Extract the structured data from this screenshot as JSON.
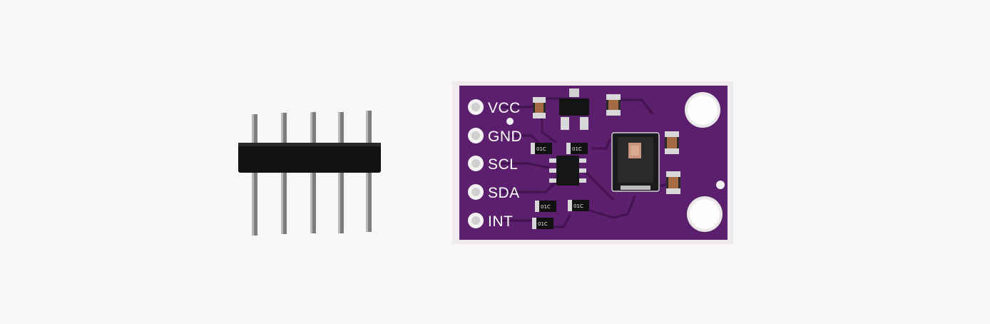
{
  "scene": {
    "background_color": "#f7f7f5",
    "board_color": "#5b1f6e",
    "board_edge_color": "#efeaf0",
    "header_color": "#111111",
    "pin_metal_color": "#8a8a8a"
  },
  "board": {
    "pins": [
      {
        "label": "VCC"
      },
      {
        "label": "GND"
      },
      {
        "label": "SCL"
      },
      {
        "label": "SDA"
      },
      {
        "label": "INT"
      }
    ],
    "component_markings": [
      "01C",
      "01C",
      "01C",
      "01C",
      "01C"
    ]
  },
  "header": {
    "pin_count": 5
  }
}
